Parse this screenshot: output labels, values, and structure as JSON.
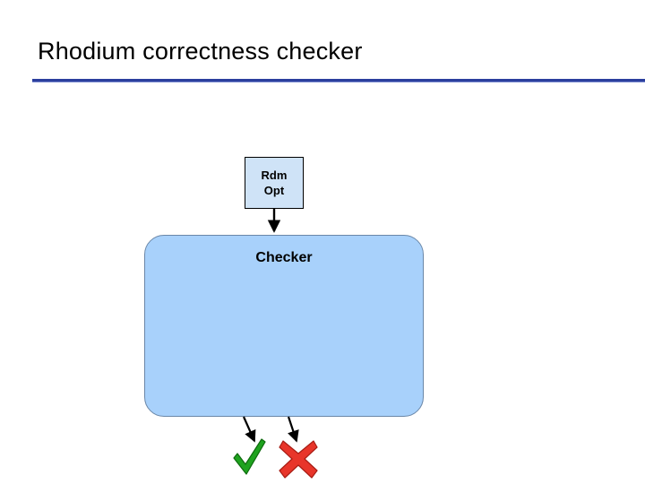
{
  "slide": {
    "title": "Rhodium correctness checker"
  },
  "diagram": {
    "nodes": [
      {
        "id": "rdm-opt",
        "label_line1": "Rdm",
        "label_line2": "Opt",
        "fill": "#cfe3f7",
        "stroke": "#000000"
      },
      {
        "id": "checker",
        "label": "Checker",
        "fill": "#a8d1fb",
        "stroke": "#6a87a8"
      }
    ],
    "connectors": [
      {
        "id": "rdmopt-to-checker",
        "from": "rdm-opt",
        "to": "checker",
        "style": "arrow"
      },
      {
        "id": "checker-to-pass",
        "from": "checker",
        "to": "pass-mark",
        "style": "arrow"
      },
      {
        "id": "checker-to-fail",
        "from": "checker",
        "to": "fail-mark",
        "style": "arrow"
      }
    ],
    "results": [
      {
        "id": "pass-mark",
        "icon": "check-mark-icon",
        "color": "#1fa31f",
        "meaning": "pass"
      },
      {
        "id": "fail-mark",
        "icon": "cross-mark-icon",
        "color": "#e8352a",
        "meaning": "fail"
      }
    ]
  },
  "colors": {
    "title_rule": "#2b3f9e",
    "title_rule_light": "#7b8bd0",
    "node_light_blue": "#cfe3f7",
    "node_blue": "#a8d1fb",
    "check_green": "#1fa31f",
    "cross_red": "#e8352a",
    "background": "#ffffff"
  }
}
